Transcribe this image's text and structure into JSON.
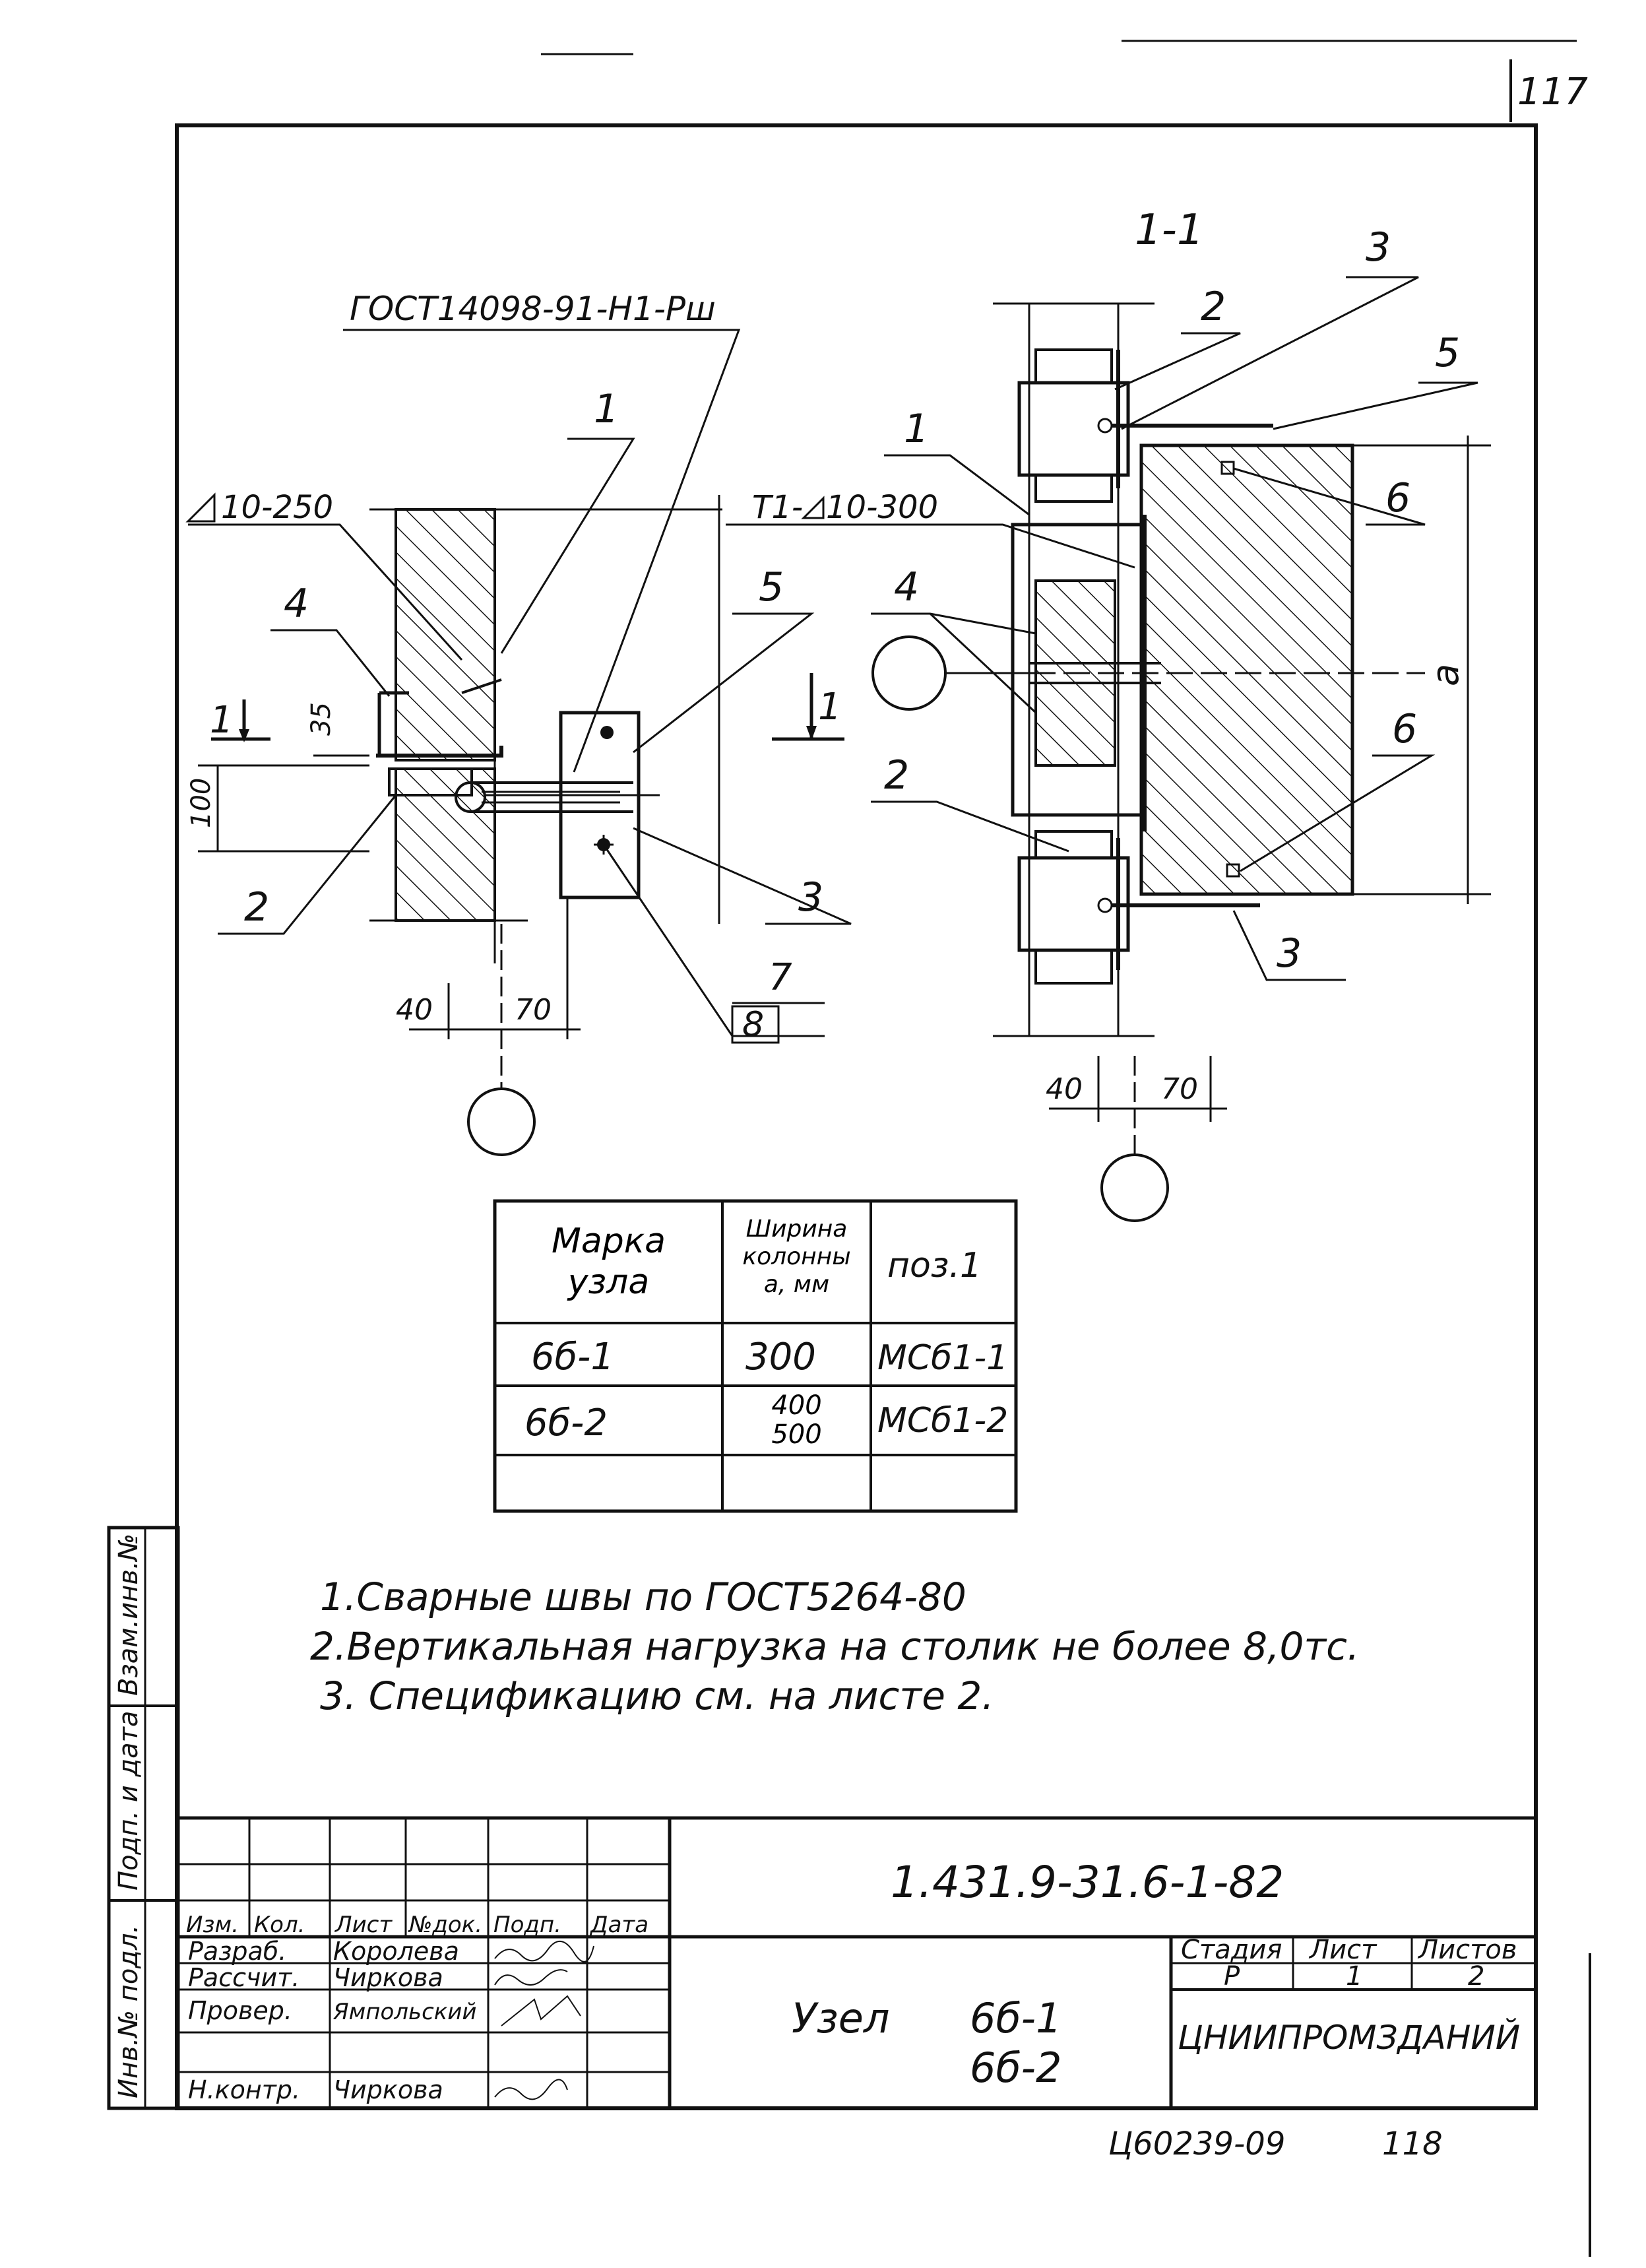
{
  "page_number": "117",
  "section_label": "1-1",
  "weld_note_top": "ГОСТ14098-91-Н1-Рш",
  "weld_left": "10-250",
  "weld_mid_prefix": "Т1-",
  "weld_mid": "10-300",
  "dims_left": {
    "d35": "35",
    "d100": "100",
    "d40": "40",
    "d70": "70"
  },
  "dims_right": {
    "d40": "40",
    "d70": "70",
    "a": "a"
  },
  "callouts_left": [
    "1",
    "4",
    "2",
    "5",
    "3"
  ],
  "section_mark": "1",
  "callout_fraction": {
    "top": "7",
    "bottom": "8"
  },
  "callouts_right": [
    "3",
    "2",
    "5",
    "1",
    "6",
    "4",
    "2",
    "6",
    "3"
  ],
  "table": {
    "headers": [
      "Марка узла",
      "Ширина колонны a, мм",
      "поз.1"
    ],
    "rows": [
      [
        "6б-1",
        "300",
        "МСб1-1"
      ],
      [
        "6б-2",
        "400 500",
        "МСб1-2"
      ],
      [
        "",
        "",
        ""
      ]
    ]
  },
  "notes": [
    "1.Сварные швы по ГОСТ5264-80",
    "2.Вертикальная нагрузка на столик не более 8,0тс.",
    "3. Спецификацию см. на листе 2."
  ],
  "side_stamp": [
    "Взам.инв.№",
    "Подп. и дата",
    "Инв.№ подл."
  ],
  "title_block": {
    "doc_code": "1.431.9-31.6-1-82",
    "col_headers": [
      "Изм.",
      "Кол.",
      "Лист",
      "№док.",
      "Подп.",
      "Дата"
    ],
    "roles": [
      "Разраб.",
      "Рассчит.",
      "Провер.",
      "",
      "Н.контр."
    ],
    "names": [
      "Королева",
      "Чиркова",
      "Ямпольский",
      "",
      "Чиркова"
    ],
    "title_word": "Узел",
    "title_marks": [
      "6б-1",
      "6б-2"
    ],
    "stage_label": "Стадия",
    "sheet_label": "Лист",
    "sheets_label": "Листов",
    "stage": "Р",
    "sheet": "1",
    "sheets": "2",
    "org": "ЦНИИПРОМЗДАНИЙ"
  },
  "footer_code": "Ц60239-09",
  "footer_num": "118"
}
